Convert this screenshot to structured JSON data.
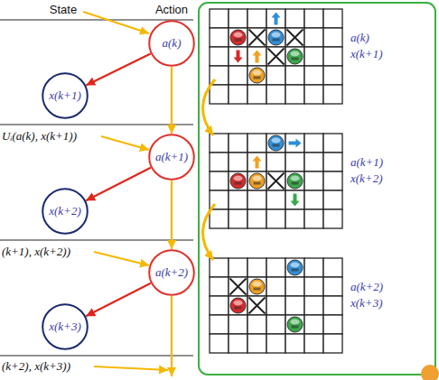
{
  "diagram": {
    "nodes": [
      {
        "text": [
          "a(k)"
        ]
      },
      {
        "text": [
          "x(k+1)"
        ]
      },
      {
        "text": [
          "a(k+1)"
        ]
      },
      {
        "text": [
          "x(k+2)"
        ]
      },
      {
        "text": [
          "a(k+2)"
        ]
      },
      {
        "text": [
          "x(k+3)"
        ]
      }
    ],
    "edges": [
      {
        "from": 0,
        "to": 1,
        "arrow": "to"
      },
      {
        "from": 0,
        "to": 2,
        "arrow": "to"
      },
      {
        "from": 2,
        "to": 3,
        "arrow": "to"
      },
      {
        "from": 2,
        "to": 4,
        "arrow": "to"
      },
      {
        "from": 4,
        "to": 5,
        "arrow": "to"
      }
    ],
    "labels": [
      "State",
      "Action",
      "Uᵢ(a(k), x(k+1))",
      "(k+1), x(k+2))",
      "(k+2), x(k+3))",
      "a(k)",
      "x(k+1)",
      "a(k+1)",
      "x(k+2)",
      "a(k+2)",
      "x(k+3)"
    ]
  }
}
